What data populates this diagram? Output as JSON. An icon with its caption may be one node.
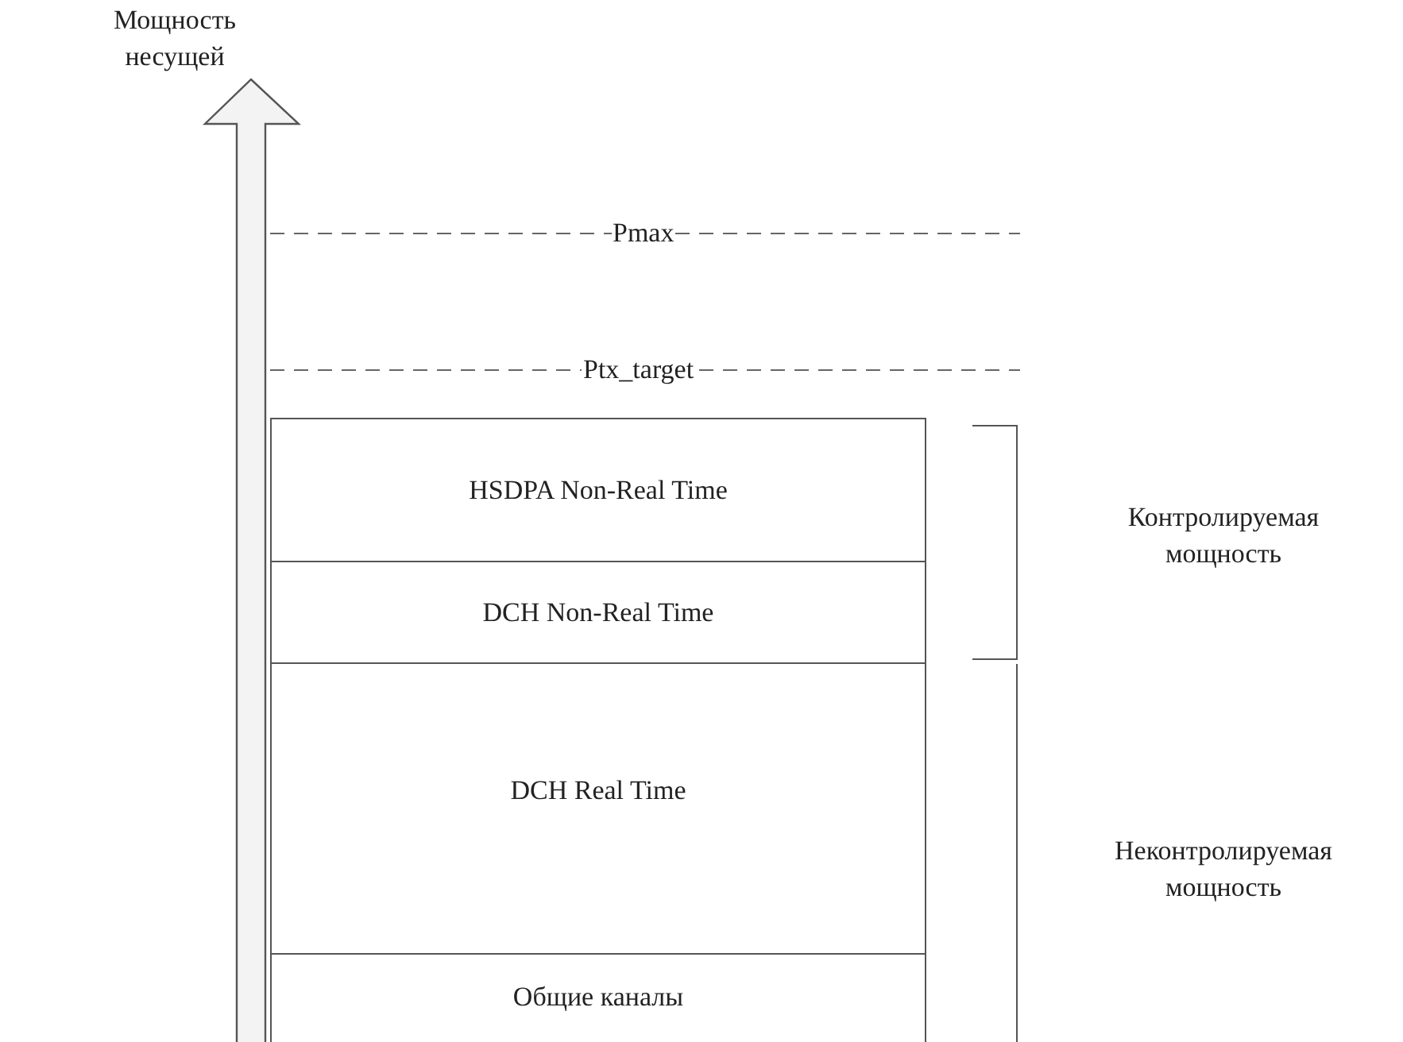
{
  "diagram": {
    "nodes": [
      {
        "text": [
          "HSDPA Non-Real Time"
        ]
      },
      {
        "text": [
          "DCH Non-Real Time"
        ]
      },
      {
        "text": [
          "DCH Real Time"
        ]
      },
      {
        "text": [
          "Общие каналы"
        ]
      }
    ],
    "labels": [
      "Мощность несущей",
      "Pmax",
      "Ptx_target",
      "Контролируемая мощность",
      "Неконтролируемая мощность"
    ]
  }
}
